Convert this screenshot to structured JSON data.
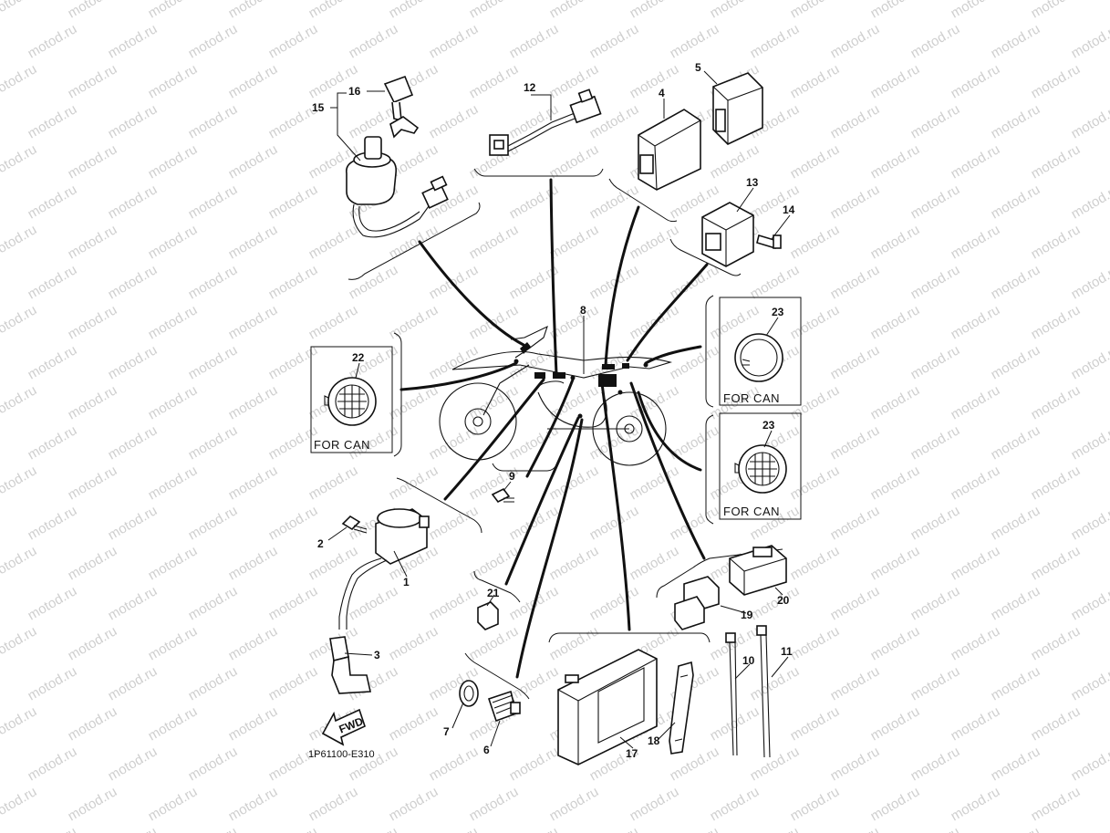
{
  "watermark": "motod.ru",
  "diagram_code": "1P61100-E310",
  "fwd_label": "FWD",
  "box_labels": {
    "box_22": "FOR CAN",
    "box_23_top": "FOR CAN",
    "box_23_bottom": "FOR CAN"
  },
  "callouts": {
    "p1": "1",
    "p2": "2",
    "p3": "3",
    "p4": "4",
    "p5": "5",
    "p6": "6",
    "p7": "7",
    "p8": "8",
    "p9": "9",
    "p10": "10",
    "p11": "11",
    "p12": "12",
    "p13": "13",
    "p14": "14",
    "p15": "15",
    "p16": "16",
    "p17": "17",
    "p18": "18",
    "p19": "19",
    "p20": "20",
    "p21": "21",
    "p22": "22",
    "p23a": "23",
    "p23b": "23"
  }
}
